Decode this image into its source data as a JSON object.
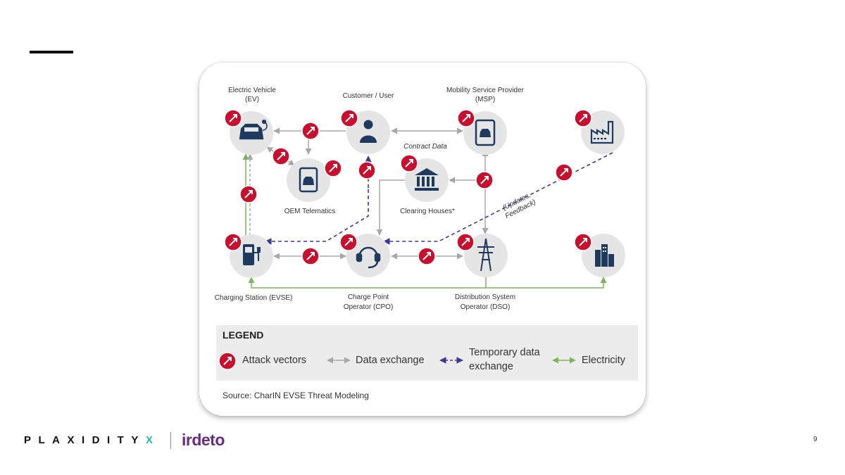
{
  "diagram": {
    "nodes": {
      "ev": {
        "line1": "Electric Vehicle",
        "line2": "(EV)"
      },
      "customer": {
        "line1": "Customer / User"
      },
      "msp": {
        "line1": "Mobility Service Provider",
        "line2": "(MSP)"
      },
      "oem": {
        "line1": "OEM Telematics"
      },
      "clearing": {
        "line1": "Clearing Houses*"
      },
      "evse": {
        "line1": "Charging Station (EVSE)"
      },
      "cpo": {
        "line1": "Charge Point",
        "line2": "Operator (CPO)"
      },
      "dso": {
        "line1": "Distribution System",
        "line2": "Operator (DSO)"
      }
    },
    "contract_data": "Contract Data",
    "updates_line1": "(Updates,",
    "updates_line2": "Feedback)"
  },
  "legend": {
    "title": "LEGEND",
    "attack_vectors": "Attack vectors",
    "data_exchange": "Data exchange",
    "temporary_line1": "Temporary data",
    "temporary_line2": "exchange",
    "electricity": "Electricity"
  },
  "source": "Source: CharIN EVSE Threat Modeling",
  "footer": {
    "logo1_main": "PLAXIDITY",
    "logo1_x": "X",
    "logo2": "irdeto",
    "page_number": "9"
  },
  "colors": {
    "attack_red": "#c8102e",
    "node_icon": "#1f3a5f",
    "data_grey": "#a8a8a8",
    "temporary_purple": "#3b3896",
    "electricity_green": "#7ab55c",
    "brand_teal": "#22b7b3",
    "brand_purple": "#6b2b82"
  }
}
